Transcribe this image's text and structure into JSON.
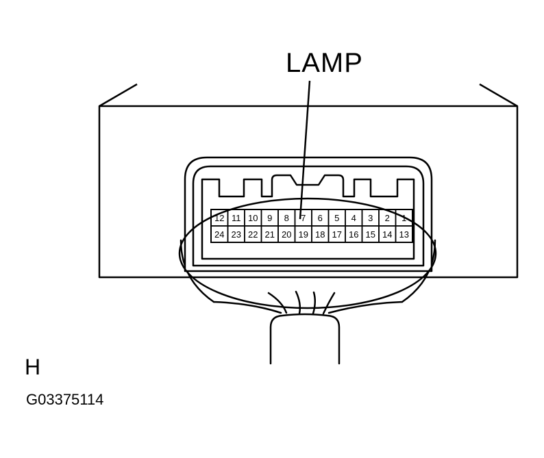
{
  "callout_label": "LAMP",
  "view_letter": "H",
  "figure_code": "G03375114",
  "pins_top_row": [
    "12",
    "11",
    "10",
    "9",
    "8",
    "7",
    "6",
    "5",
    "4",
    "3",
    "2",
    "1"
  ],
  "pins_bottom_row": [
    "24",
    "23",
    "22",
    "21",
    "20",
    "19",
    "18",
    "17",
    "16",
    "15",
    "14",
    "13"
  ],
  "callout_pin": "7",
  "colors": {
    "ink": "#000000",
    "paper": "#ffffff"
  }
}
